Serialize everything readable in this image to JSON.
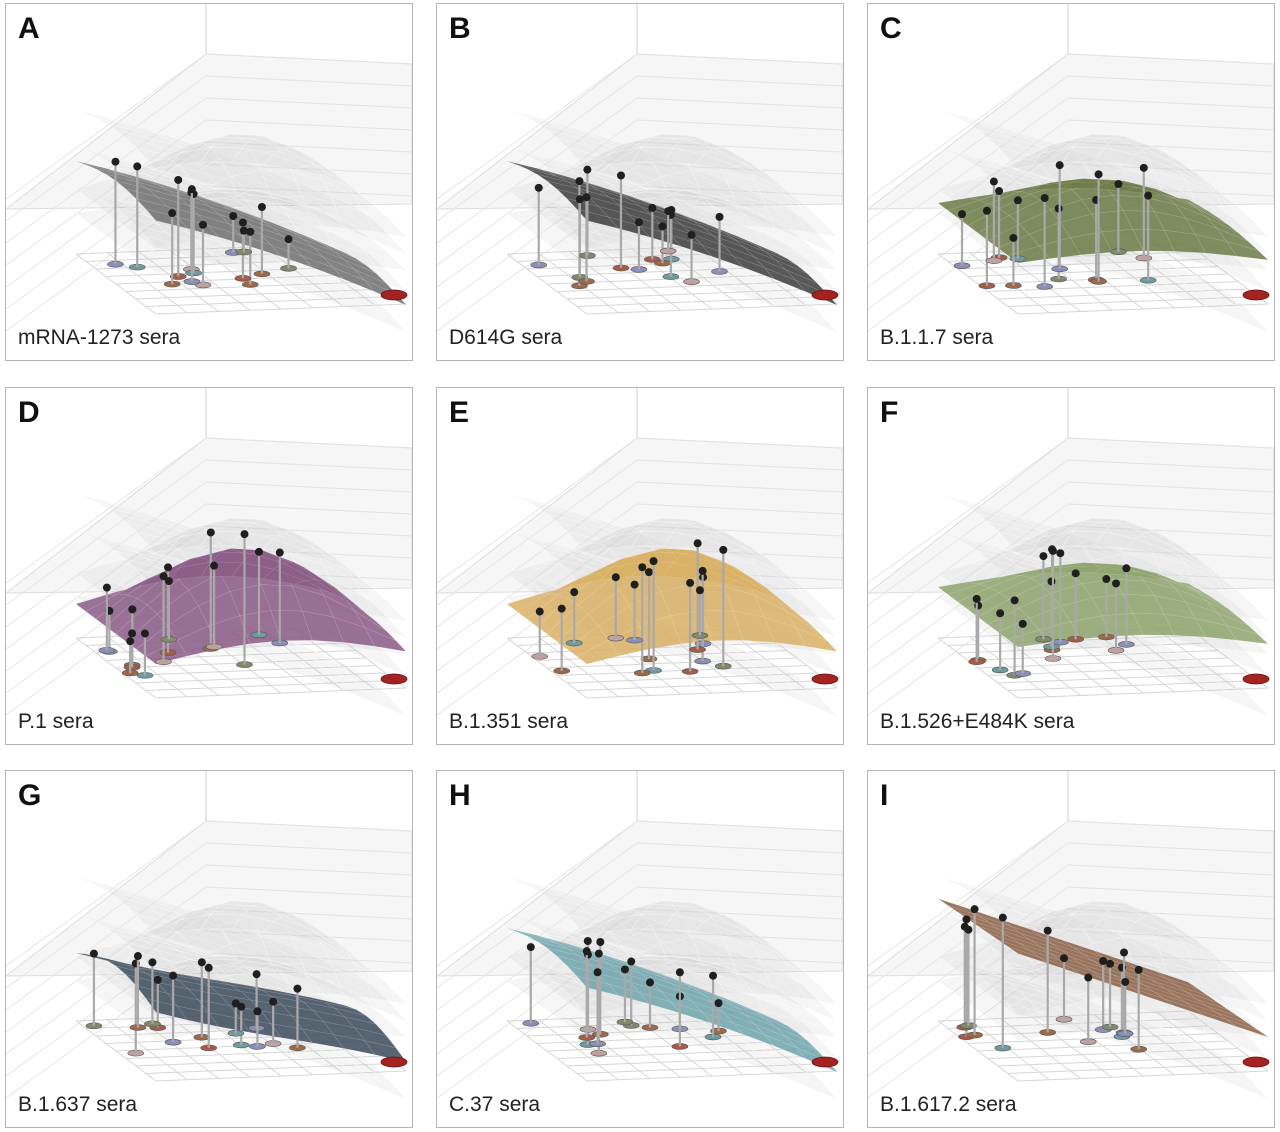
{
  "figure": {
    "panels": [
      {
        "letter": "A",
        "label": "mRNA-1273 sera",
        "surface_color": "#6e6e6e",
        "shape": "ridge_declining"
      },
      {
        "letter": "B",
        "label": "D614G sera",
        "surface_color": "#3c3c3c",
        "shape": "ridge_declining"
      },
      {
        "letter": "C",
        "label": "B.1.1.7 sera",
        "surface_color": "#6b7a47",
        "shape": "dome_flat"
      },
      {
        "letter": "D",
        "label": "P.1 sera",
        "surface_color": "#8a5a86",
        "shape": "dome"
      },
      {
        "letter": "E",
        "label": "B.1.351 sera",
        "surface_color": "#d9b064",
        "shape": "dome"
      },
      {
        "letter": "F",
        "label": "B.1.526+E484K sera",
        "surface_color": "#8da36c",
        "shape": "dome_flat"
      },
      {
        "letter": "G",
        "label": "B.1.637 sera",
        "surface_color": "#3b4a5a",
        "shape": "saddle_declining"
      },
      {
        "letter": "H",
        "label": "C.37 sera",
        "surface_color": "#6fa3ab",
        "shape": "ridge_declining"
      },
      {
        "letter": "I",
        "label": "B.1.617.2 sera",
        "surface_color": "#8a5f44",
        "shape": "plane_declining"
      }
    ]
  },
  "chart_data": {
    "type": "surface",
    "title": "",
    "xlabel": "",
    "ylabel": "",
    "zlabel": "",
    "grid": true,
    "series": [
      {
        "name": "mRNA-1273 sera"
      },
      {
        "name": "D614G sera"
      },
      {
        "name": "B.1.1.7 sera"
      },
      {
        "name": "P.1 sera"
      },
      {
        "name": "B.1.351 sera"
      },
      {
        "name": "B.1.526+E484K sera"
      },
      {
        "name": "B.1.637 sera"
      },
      {
        "name": "C.37 sera"
      },
      {
        "name": "B.1.617.2 sera"
      }
    ],
    "point_colors": [
      "#9c6a48",
      "#8a8fb8",
      "#6f9aa0",
      "#a85a4a",
      "#7f8a6a",
      "#c0a0a0",
      "#a32222"
    ]
  }
}
